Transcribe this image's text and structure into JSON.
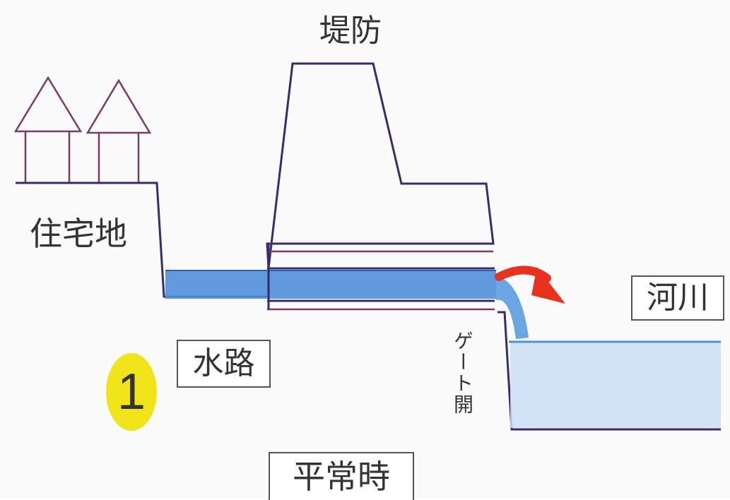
{
  "labels": {
    "embankment": "堤防",
    "residential": "住宅地",
    "river": "河川",
    "channel": "水路",
    "gate": "ゲート開",
    "normal_time": "平常時",
    "step": "1"
  },
  "colors": {
    "outline": "#3a2a6e",
    "house_line": "#7a3a6a",
    "water": "#4f8fd8",
    "water_light": "#c9dff4",
    "arrow": "#e8321e",
    "badge": "#f2e41a"
  }
}
